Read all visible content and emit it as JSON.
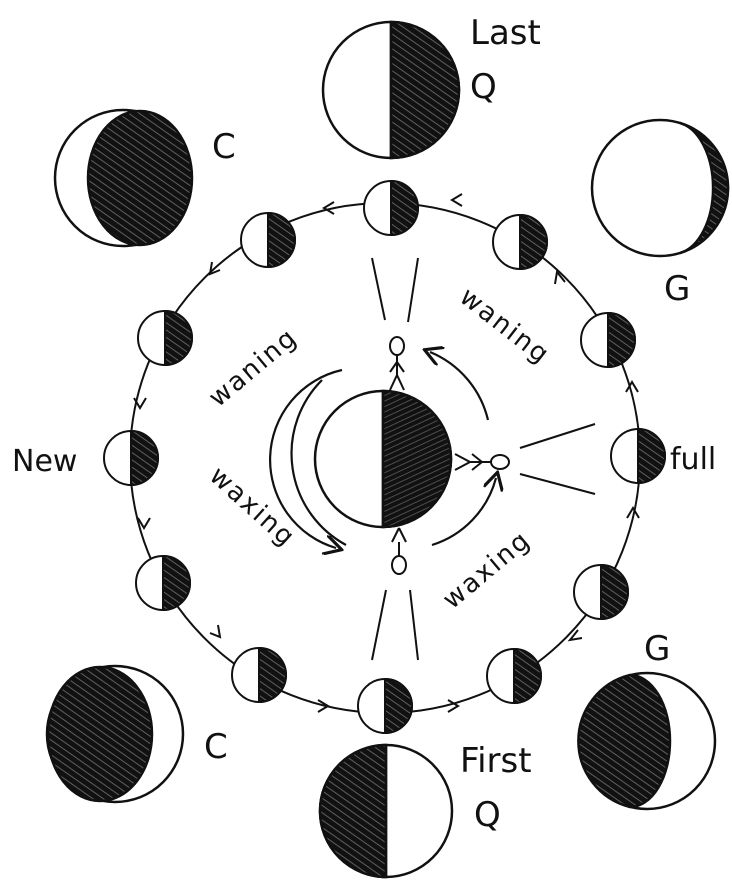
{
  "diagram": {
    "labels": {
      "last_q_line1": "Last",
      "last_q_line2": "Q",
      "first_q_line1": "First",
      "first_q_line2": "Q",
      "new": "New",
      "full": "full",
      "c_top": "C",
      "c_bottom": "C",
      "g_top": "G",
      "g_bottom": "G",
      "waning_left": "waning",
      "waning_right": "waning",
      "waxing_left": "waxing",
      "waxing_right": "waxing"
    },
    "colors": {
      "ink": "#111111",
      "paper": "#ffffff"
    }
  }
}
